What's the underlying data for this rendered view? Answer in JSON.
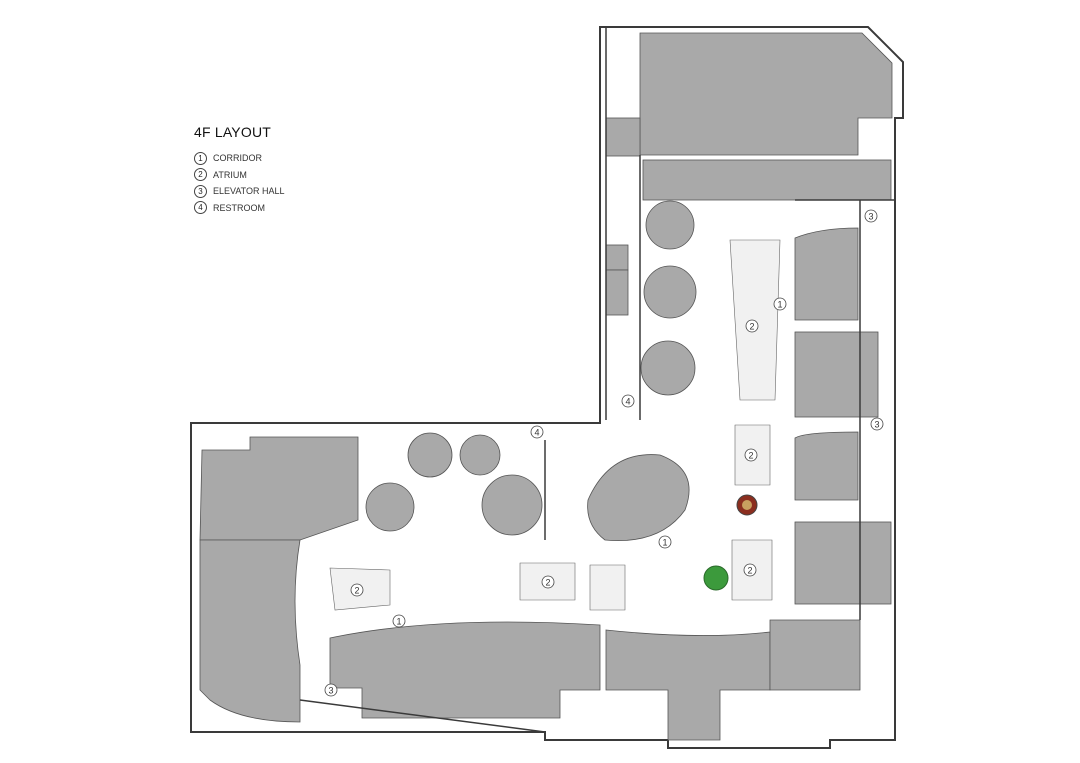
{
  "legend": {
    "title": "4F LAYOUT",
    "items": [
      {
        "num": "1",
        "label": "CORRIDOR"
      },
      {
        "num": "2",
        "label": "ATRIUM"
      },
      {
        "num": "3",
        "label": "ELEVATOR HALL"
      },
      {
        "num": "4",
        "label": "RESTROOM"
      }
    ]
  },
  "markers": {
    "corridor": "1",
    "atrium": "2",
    "elevator_hall": "3",
    "restroom": "4"
  },
  "colors": {
    "shop_fill": "#a9a9a9",
    "wall": "#3a3a3a",
    "floor": "#ffffff",
    "corridor": "#f1f1f1",
    "accent_red": "#c0392b",
    "accent_green": "#3c9a3c"
  }
}
